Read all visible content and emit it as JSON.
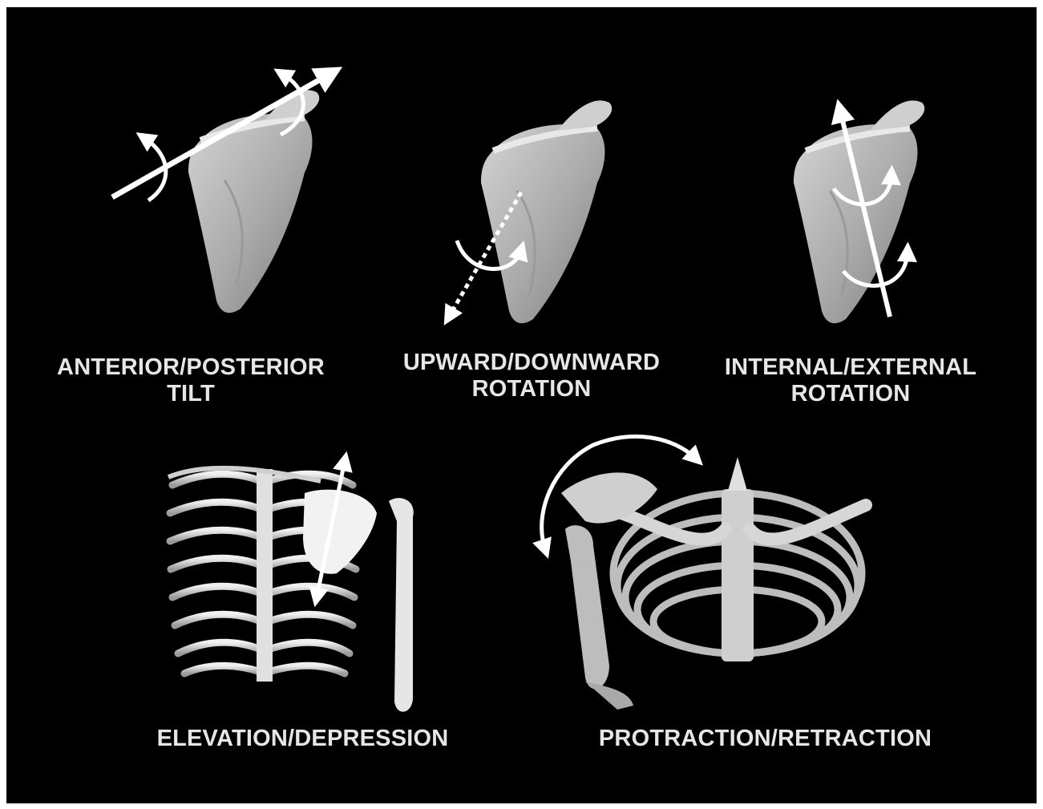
{
  "labels": {
    "tilt": {
      "line1": "ANTERIOR/POSTERIOR",
      "line2": "TILT"
    },
    "upward_downward": {
      "line1": "UPWARD/DOWNWARD",
      "line2": "ROTATION"
    },
    "internal_external": {
      "line1": "INTERNAL/EXTERNAL",
      "line2": "ROTATION"
    },
    "elevation": "ELEVATION/DEPRESSION",
    "protraction": "PROTRACTION/RETRACTION"
  },
  "colors": {
    "background": "#000000",
    "frame": "#ffffff",
    "bone": "#bdbdbd",
    "arrow": "#ffffff",
    "label": "#e6e6e6"
  }
}
